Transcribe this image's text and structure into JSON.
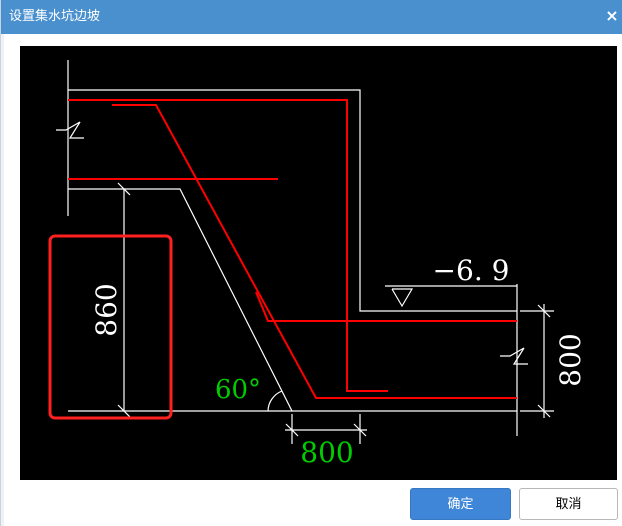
{
  "dialog": {
    "title": "设置集水坑边坡",
    "close_glyph": "×"
  },
  "drawing": {
    "elevation_label": "−6. 9",
    "height_dim_label": "860",
    "right_dim_label": "800",
    "bottom_dim_label": "800",
    "angle_label": "60°",
    "colors": {
      "background": "#000000",
      "line": "#ffffff",
      "rebar": "#ff0000",
      "highlight": "#ff0000",
      "angle_text": "#00cc00",
      "bottom_dim_text": "#00cc00"
    }
  },
  "buttons": {
    "ok_label": "确定",
    "cancel_label": "取消"
  }
}
